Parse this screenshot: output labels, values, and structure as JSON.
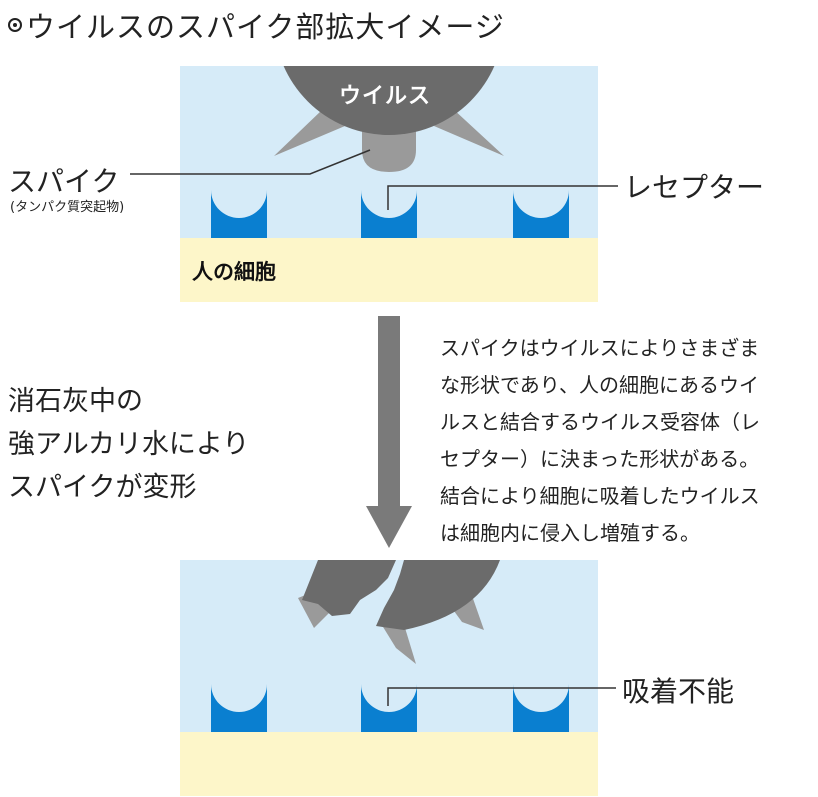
{
  "title": "ウイルスのスパイク部拡大イメージ",
  "labels": {
    "virus": "ウイルス",
    "spike": "スパイク",
    "spike_sub": "(タンパク質突起物)",
    "receptor": "レセプター",
    "cell": "人の細胞",
    "cannot_adsorb": "吸着不能"
  },
  "left_caption": [
    "消石灰中の",
    "強アルカリ水により",
    "スパイクが変形"
  ],
  "right_caption": [
    "スパイクはウイルスによりさまざま",
    "な形状であり、人の細胞にあるウイ",
    "ルスと結合するウイルス受容体（レ",
    "セプター）に決まった形状がある。",
    "結合により細胞に吸着したウイルス",
    "は細胞内に侵入し増殖する。"
  ],
  "colors": {
    "sky": "#d6ebf8",
    "cell": "#fdf6c9",
    "receptor": "#0a7fd0",
    "virus": "#6b6b6b",
    "spike": "#9a9a9a",
    "arrow": "#7a7a7a",
    "line": "#333333"
  }
}
